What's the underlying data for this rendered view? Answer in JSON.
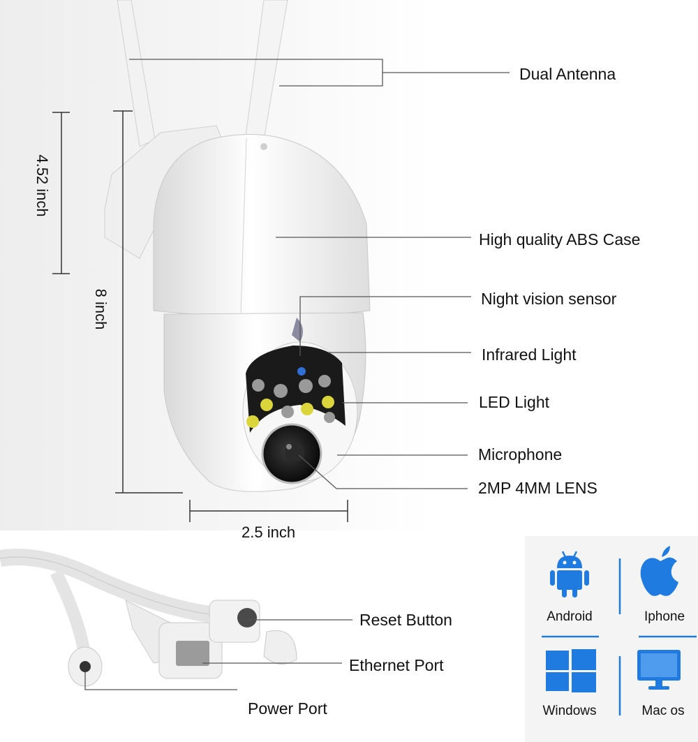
{
  "callouts": {
    "dual_antenna": "Dual Antenna",
    "abs_case": "High quality ABS Case",
    "night_vision": "Night vision sensor",
    "infrared": "Infrared Light",
    "led": "LED Light",
    "microphone": "Microphone",
    "lens": "2MP 4MM LENS",
    "reset": "Reset Button",
    "ethernet": "Ethernet Port",
    "power": "Power Port"
  },
  "dimensions": {
    "case_height": "4.52 inch",
    "total_height": "8 inch",
    "width": "2.5 inch"
  },
  "compat": {
    "android": "Android",
    "iphone": "Iphone",
    "windows": "Windows",
    "mac": "Mac os"
  },
  "colors": {
    "accent_blue": "#1f7be0",
    "line_gray": "#555555"
  }
}
